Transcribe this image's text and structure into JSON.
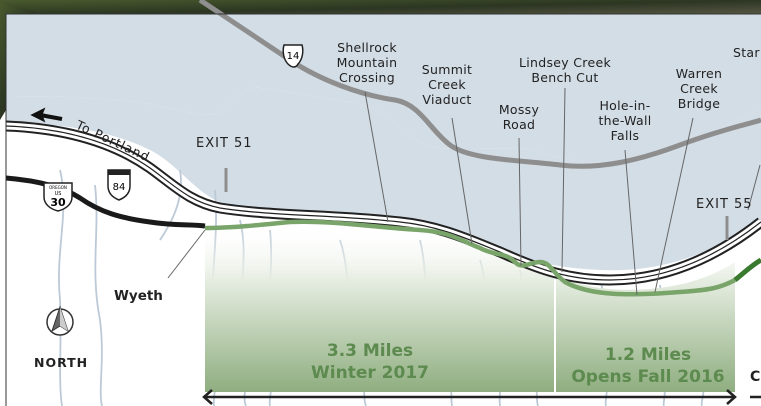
{
  "map": {
    "points_of_interest": [
      {
        "id": "shellrock",
        "label": "Shellrock\nMountain\nCrossing"
      },
      {
        "id": "summit",
        "label": "Summit\nCreek\nViaduct"
      },
      {
        "id": "mossy",
        "label": "Mossy\nRoad"
      },
      {
        "id": "lindsey",
        "label": "Lindsey Creek\nBench Cut"
      },
      {
        "id": "holeinwall",
        "label": "Hole-in-\nthe-Wall\nFalls"
      },
      {
        "id": "warren",
        "label": "Warren\nCreek\nBridge"
      },
      {
        "id": "starvation",
        "label": "Star"
      }
    ],
    "exits": {
      "exit51": "EXIT 51",
      "exit55": "EXIT 55"
    },
    "places": {
      "wyeth": "Wyeth",
      "north": "NORTH",
      "to_portland": "To Portland"
    },
    "shields": {
      "wa_route": "14",
      "interstate": "84",
      "us_route": "30",
      "us_top": "OREGON",
      "us_mid": "US"
    },
    "segments": [
      {
        "id": "segment-2017",
        "label": "3.3 Miles\nWinter 2017"
      },
      {
        "id": "segment-2016",
        "label": "1.2 Miles\nOpens Fall 2016"
      }
    ],
    "edge_letter": "C",
    "colors": {
      "river": "#d3dde6",
      "trail": "#7aa56a",
      "trail_dark": "#3a7a2e",
      "wa_highway": "#8e8e8e",
      "old_highway": "#1a1a1a",
      "streams": "#bcc9d6",
      "forest_photo": "#3e4a2a"
    }
  }
}
